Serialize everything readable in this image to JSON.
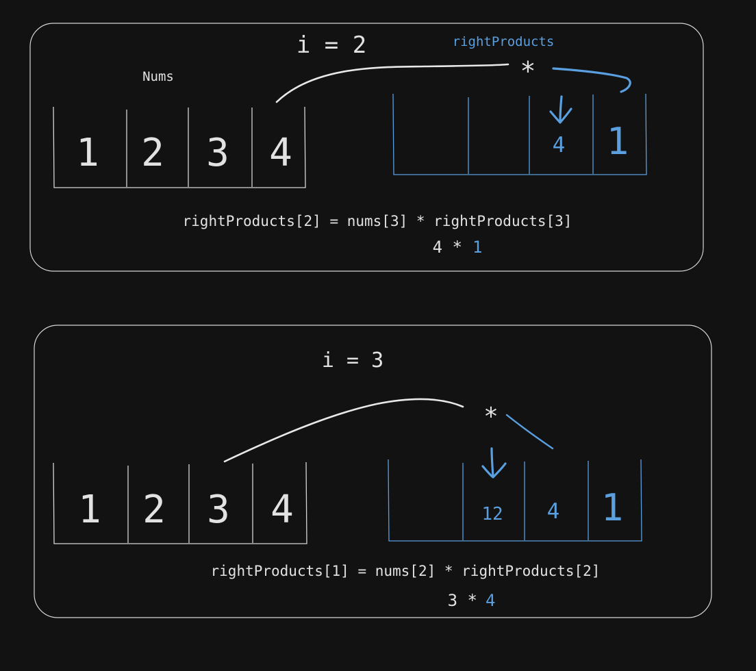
{
  "colors": {
    "background": "#121212",
    "foreground": "#e2e2e2",
    "accent_blue": "#5a9fe0",
    "frame": "#d6d6d6"
  },
  "panel1": {
    "iteration_label": "i = 2",
    "nums_label": "Nums",
    "right_label": "rightProducts",
    "nums": [
      "1",
      "2",
      "3",
      "4"
    ],
    "right": [
      "",
      "",
      "4",
      "1"
    ],
    "multiply_symbol": "*",
    "formula": "rightProducts[2] = nums[3] * rightProducts[3]",
    "calc_left": "4 *",
    "calc_right": "1"
  },
  "panel2": {
    "iteration_label": "i = 3",
    "nums": [
      "1",
      "2",
      "3",
      "4"
    ],
    "right": [
      "",
      "12",
      "4",
      "1"
    ],
    "multiply_symbol": "*",
    "formula": "rightProducts[1] = nums[2] * rightProducts[2]",
    "calc_left": "3 *",
    "calc_right": "4"
  }
}
